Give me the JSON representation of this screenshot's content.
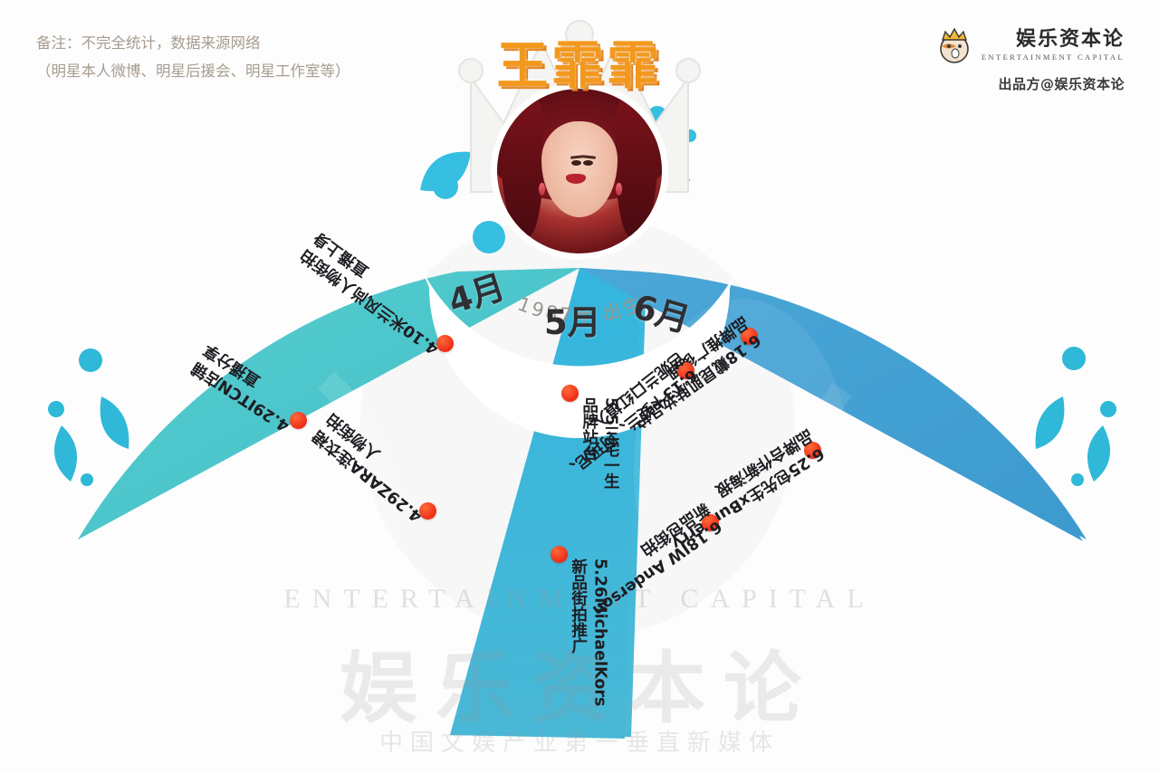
{
  "notes": {
    "line1": "备注：不完全统计，数据来源网络",
    "line2": "（明星本人微博、明星后援会、明星工作室等）"
  },
  "brand": {
    "name": "娱乐资本论",
    "english": "ENTERTAINMENT CAPITAL",
    "publisher": "出品方@娱乐资本论",
    "logo_icon": "crowned-mascot-icon"
  },
  "title": "王霏霏",
  "birth": "1987年 出生",
  "watermark": {
    "big": "娱乐资本论",
    "sub": "中国文娱产业第一垂直新媒体",
    "english": "ENTERTAINMENT CAPITAL"
  },
  "colors": {
    "april": "#4ec5cb",
    "may": "#3bb5da",
    "june": "#3f9fd2",
    "dot": "#ee2d16",
    "title": "#f2991d",
    "month_label": "#2f2f33"
  },
  "months": [
    {
      "label": "4月",
      "key": "april"
    },
    {
      "label": "5月",
      "key": "may"
    },
    {
      "label": "6月",
      "key": "june"
    }
  ],
  "events": {
    "april": [
      {
        "line1": "4.29ITCN店铺",
        "line2": "直播分享"
      },
      {
        "line1": "4.10米兰风尚人物街拍",
        "line2": "直播上身"
      },
      {
        "line1": "4.29ZARA连衣裙",
        "line2": "人物街拍"
      }
    ],
    "may": [
      {
        "line1": "5.5三宅一生",
        "line2": "品牌站台"
      },
      {
        "line1": "5.26MichaelKors",
        "line2": "新品街拍推广"
      }
    ],
    "june": [
      {
        "line1": "6.18戴昆肌肤妆品护",
        "line2": "品牌推广後御"
      },
      {
        "line1": "6.13卡姿兰、阿玛尼、",
        "line2": "芭妮兰口红植入"
      },
      {
        "line1": "6.25包先生xBurberry",
        "line2": "品牌合作新海报"
      },
      {
        "line1": "6.18JW Anderson",
        "line2": "新品包街拍"
      }
    ]
  }
}
